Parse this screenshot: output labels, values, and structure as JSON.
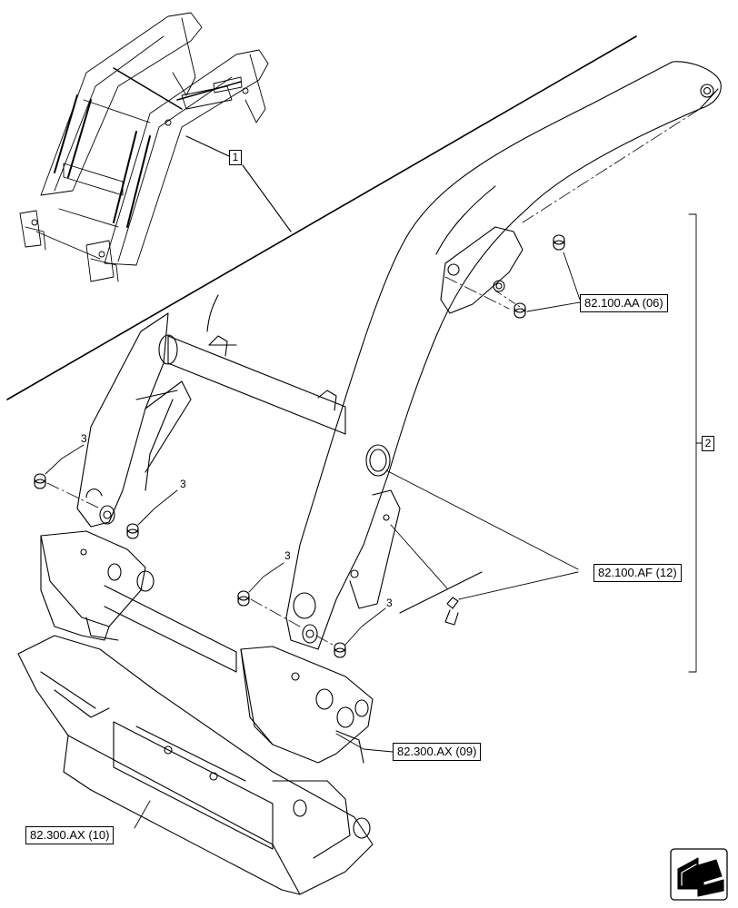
{
  "callouts": {
    "pin_bushing": "82.100.AA (06)",
    "grease_fitting": "82.100.AF (12)",
    "right_bracket": "82.300.AX (09)",
    "left_bracket": "82.300.AX (10)"
  },
  "item_numbers": {
    "overview_ref": "1",
    "assembly_group": "2",
    "bushing": "3"
  },
  "icons": {
    "navigation": "next-page-arrow-icon"
  }
}
